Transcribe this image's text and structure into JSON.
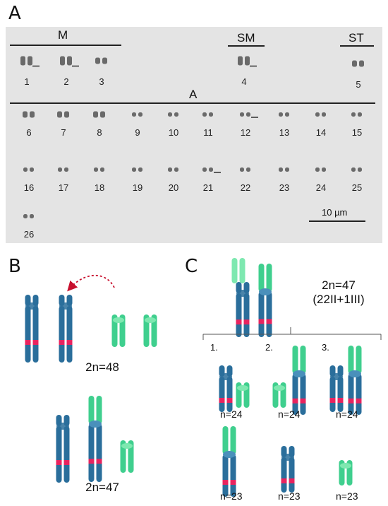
{
  "panels": {
    "a": "A",
    "b": "B",
    "c": "C"
  },
  "karyotype": {
    "groups": {
      "metacentric": "M",
      "submetacentric": "SM",
      "subtelocentric": "ST",
      "acrocentric": "A"
    },
    "numbers": [
      "1",
      "2",
      "3",
      "4",
      "5",
      "6",
      "7",
      "8",
      "9",
      "10",
      "11",
      "12",
      "13",
      "14",
      "15",
      "16",
      "17",
      "18",
      "19",
      "20",
      "21",
      "22",
      "23",
      "24",
      "25",
      "26"
    ],
    "scale_bar": "10 µm"
  },
  "panel_b": {
    "formula_top": "2n=48",
    "formula_bottom": "2n=47"
  },
  "panel_c": {
    "formula_line1": "2n=47",
    "formula_line2": "(22II+1III)",
    "options": [
      "1.",
      "2.",
      "3."
    ],
    "n_labels": [
      "n=24",
      "n=24",
      "n=24",
      "n=23",
      "n=23",
      "n=23"
    ]
  },
  "colors": {
    "blue": "#2a6e9b",
    "blue_light": "#4a90bb",
    "green": "#3fcf8e",
    "green_light": "#7ee8b0",
    "band": "#e8245f",
    "arrow": "#c8102e"
  }
}
